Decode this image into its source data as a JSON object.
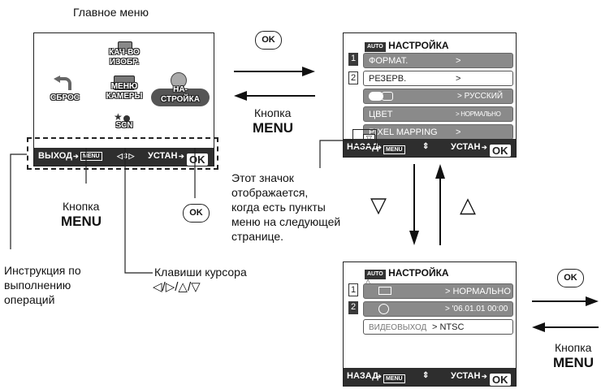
{
  "main_menu_title": "Главное меню",
  "main_screen": {
    "items": {
      "quality": "КАЧ-ВО\nИЗОБР.",
      "reset": "СБРОС",
      "camera_menu": "МЕНЮ\nКАМЕРЫ",
      "setup": "НА-\nСТРОЙКА",
      "scene": "SCN"
    },
    "bar": {
      "exit": "ВЫХОД",
      "menu_key": "MENU",
      "set": "УСТАН",
      "ok": "OK"
    }
  },
  "ok_label": "OK",
  "menu_button": {
    "line1": "Кнопка",
    "line2": "MENU"
  },
  "setup1": {
    "badge": "AUTO",
    "title": "НАСТРОЙКА",
    "tabs": [
      "1",
      "2"
    ],
    "rows": [
      {
        "label": "ФОРМАТ.",
        "value": ">"
      },
      {
        "label": "РЕЗЕРВ.",
        "value": ">"
      },
      {
        "label": "",
        "value": "> РУССКИЙ"
      },
      {
        "label": "ЦВЕТ",
        "value": "> НОРМАЛЬНО"
      },
      {
        "label": "PIXEL MAPPING",
        "value": ">"
      }
    ],
    "bar": {
      "back": "НАЗАД",
      "menu_key": "MENU",
      "set": "УСТАН",
      "ok": "OK"
    }
  },
  "setup2": {
    "badge": "AUTO",
    "title": "НАСТРОЙКА",
    "tabs": [
      "1",
      "2"
    ],
    "rows": [
      {
        "label": "",
        "value": "> НОРМАЛЬНО"
      },
      {
        "label": "",
        "value": "> '06.01.01 00:00"
      },
      {
        "label": "ВИДЕОВЫХОД",
        "value": "> NTSC"
      }
    ],
    "bar": {
      "back": "НАЗАД",
      "menu_key": "MENU",
      "set": "УСТАН",
      "ok": "OK"
    }
  },
  "icon_note": "Этот значок\nотображается,\nкогда есть пункты\nменю на следующей\nстранице.",
  "instruction_note": "Инструкция по\nвыполнению\nопераций",
  "cursor_keys": {
    "line1": "Клавиши курсора",
    "line2": "◁/▷/△/▽"
  },
  "down_sym": "▽",
  "up_sym": "△"
}
